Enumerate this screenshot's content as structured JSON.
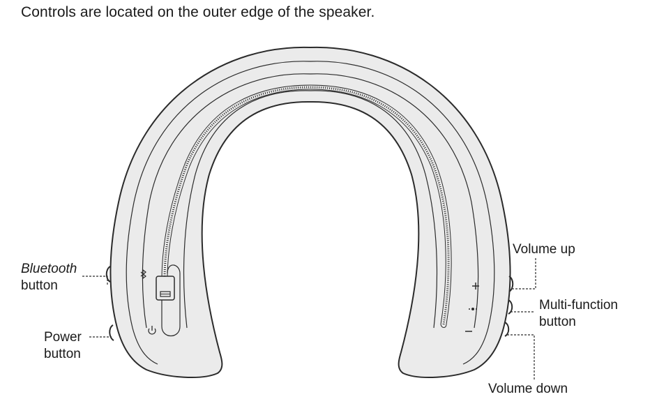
{
  "caption": "Controls are located on the outer edge of the speaker.",
  "labels": {
    "bluetooth_line1": "Bluetooth",
    "bluetooth_line2": "button",
    "power_line1": "Power",
    "power_line2": "button",
    "volume_up": "Volume up",
    "multifunction_line1": "Multi-function",
    "multifunction_line2": "button",
    "volume_down": "Volume down"
  },
  "icons": {
    "bluetooth": "bluetooth-icon",
    "power": "power-icon",
    "plus": "+",
    "multifunction": "multifunction-dots-icon",
    "minus": "–"
  },
  "colors": {
    "speaker_fill": "#ebebeb",
    "outline": "#2b2b2b",
    "text": "#1a1a1a"
  }
}
